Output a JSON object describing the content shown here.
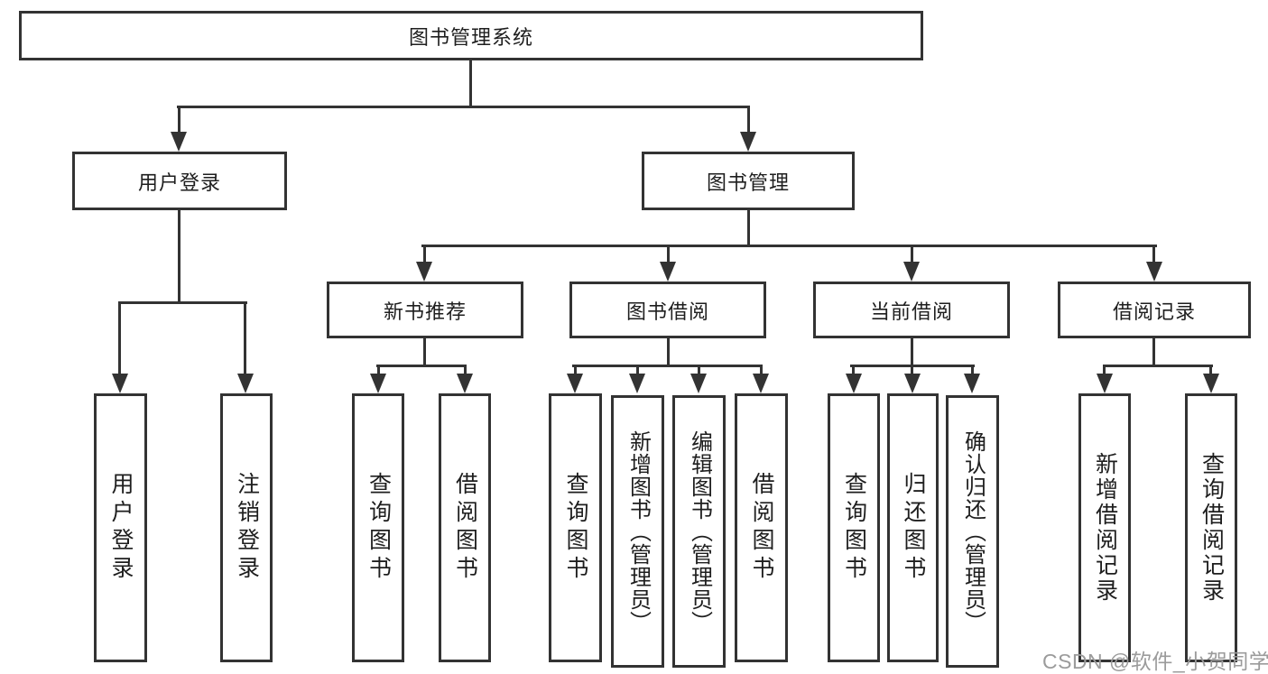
{
  "diagram": {
    "root": "图书管理系统",
    "level2": {
      "user_login": "用户登录",
      "book_mgmt": "图书管理"
    },
    "level3": {
      "new_book": "新书推荐",
      "book_borrow": "图书借阅",
      "current_borrow": "当前借阅",
      "borrow_record": "借阅记录"
    },
    "leaves": {
      "user_login": [
        "用户登录",
        "注销登录"
      ],
      "new_book": [
        "查询图书",
        "借阅图书"
      ],
      "book_borrow": [
        "查询图书",
        "新增图书（管理员）",
        "编辑图书（管理员）",
        "借阅图书"
      ],
      "current_borrow": [
        "查询图书",
        "归还图书",
        "确认归还（管理员）"
      ],
      "borrow_record": [
        "新增借阅记录",
        "查询借阅记录"
      ]
    }
  },
  "watermark": "CSDN @软件_小贺同学",
  "colors": {
    "line": "#333333",
    "text": "#1e1e1e",
    "watermark": "#9b9b9b",
    "background": "#ffffff"
  }
}
